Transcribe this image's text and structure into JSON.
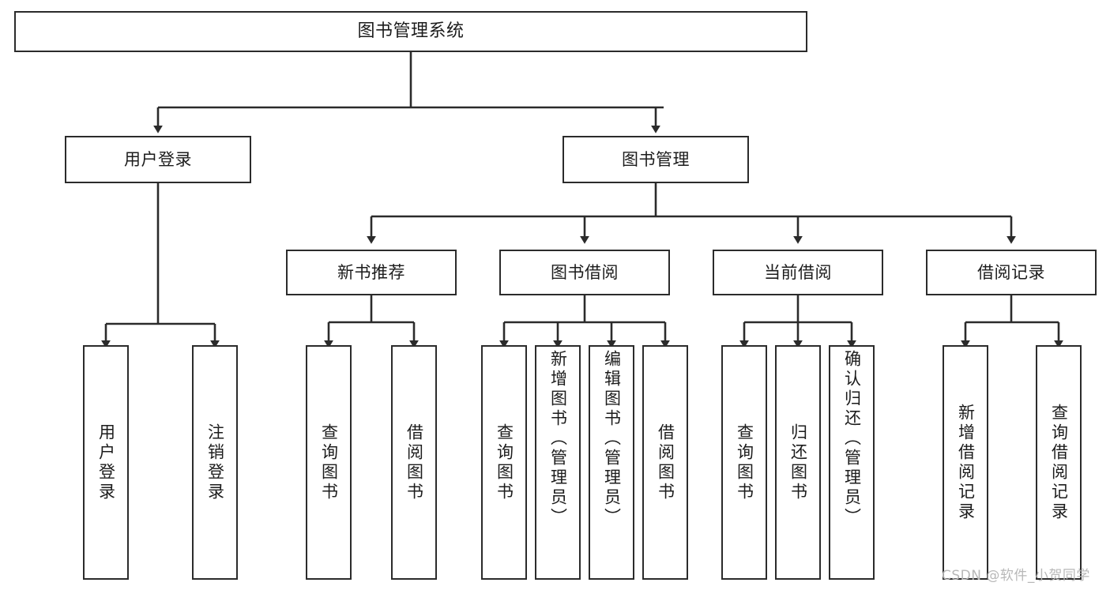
{
  "diagram": {
    "title": "图书管理系统",
    "type": "tree-hierarchy-chart",
    "watermark": "CSDN @软件_小贺同学",
    "edge_style": "orthogonal-arrow",
    "colors": {
      "box_border": "#2b2b2b",
      "box_fill": "#ffffff",
      "text": "#1c1c1c",
      "line": "#2b2b2b",
      "watermark": "#b8b8b8",
      "background": "#ffffff"
    }
  },
  "root": {
    "label": "图书管理系统"
  },
  "level2": [
    {
      "label": "用户登录"
    },
    {
      "label": "图书管理"
    }
  ],
  "level3": [
    {
      "label": "新书推荐"
    },
    {
      "label": "图书借阅"
    },
    {
      "label": "当前借阅"
    },
    {
      "label": "借阅记录"
    }
  ],
  "leaves": {
    "user_login": [
      {
        "label": "用户登录"
      },
      {
        "label": "注销登录"
      }
    ],
    "new_book_recommend": [
      {
        "label": "查询图书"
      },
      {
        "label": "借阅图书"
      }
    ],
    "book_borrow": [
      {
        "label": "查询图书"
      },
      {
        "label": "新增图书（管理员）"
      },
      {
        "label": "编辑图书（管理员）"
      },
      {
        "label": "借阅图书"
      }
    ],
    "current_borrow": [
      {
        "label": "查询图书"
      },
      {
        "label": "归还图书"
      },
      {
        "label": "确认归还（管理员）"
      }
    ],
    "borrow_record": [
      {
        "label": "新增借阅记录"
      },
      {
        "label": "查询借阅记录"
      }
    ]
  }
}
